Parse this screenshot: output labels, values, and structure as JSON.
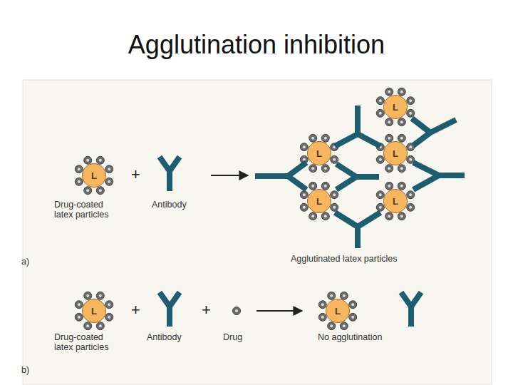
{
  "diagram": {
    "title": "Agglutination inhibition",
    "nodes": [
      {
        "text": [
          "L"
        ]
      },
      {
        "text": [
          "L"
        ]
      },
      {
        "text": [
          "L"
        ]
      },
      {
        "text": [
          "L"
        ]
      },
      {
        "text": [
          "L"
        ]
      },
      {
        "text": [
          "L"
        ]
      },
      {
        "text": [
          "L"
        ]
      },
      {
        "text": [
          "L"
        ]
      }
    ],
    "labels": [
      "+",
      "Drug-coated latex particles",
      "Antibody",
      "Agglutinated latex particles",
      "a)",
      "+",
      "+",
      "Drug-coated latex particles",
      "Antibody",
      "Drug",
      "No agglutination",
      "b)"
    ]
  }
}
